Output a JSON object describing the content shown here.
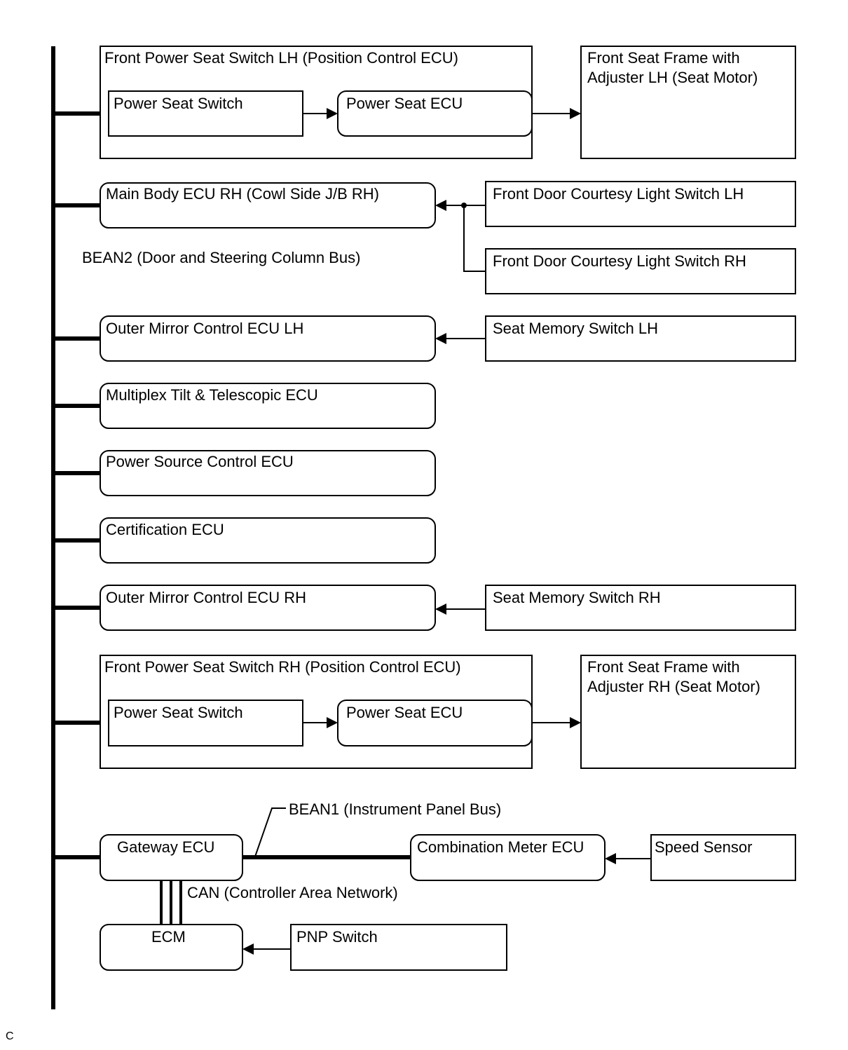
{
  "labels": {
    "fps_lh": "Front Power Seat Switch LH (Position Control ECU)",
    "fps_lh_switch": "Power Seat Switch",
    "fps_lh_ecu": "Power Seat ECU",
    "seat_frame_lh": "Front Seat Frame with\nAdjuster LH (Seat Motor)",
    "main_body_ecu": "Main Body ECU RH (Cowl Side J/B RH)",
    "door_light_lh": "Front Door Courtesy Light Switch LH",
    "door_light_rh": "Front Door Courtesy Light Switch RH",
    "bean2": "BEAN2 (Door and Steering Column Bus)",
    "mirror_lh": "Outer Mirror Control ECU LH",
    "seat_mem_lh": "Seat Memory Switch LH",
    "tilt_ecu": "Multiplex Tilt & Telescopic ECU",
    "power_source_ecu": "Power Source Control ECU",
    "cert_ecu": "Certification ECU",
    "mirror_rh": "Outer Mirror Control ECU RH",
    "seat_mem_rh": "Seat Memory Switch RH",
    "fps_rh": "Front Power Seat Switch RH (Position Control ECU)",
    "fps_rh_switch": "Power Seat Switch",
    "fps_rh_ecu": "Power Seat ECU",
    "seat_frame_rh": "Front Seat Frame with\nAdjuster RH (Seat Motor)",
    "bean1": "BEAN1 (Instrument Panel Bus)",
    "gateway_ecu": "Gateway ECU",
    "combo_meter_ecu": "Combination Meter ECU",
    "speed_sensor": "Speed Sensor",
    "can": "CAN (Controller Area Network)",
    "ecm": "ECM",
    "pnp_switch": "PNP Switch",
    "corner": "C"
  }
}
